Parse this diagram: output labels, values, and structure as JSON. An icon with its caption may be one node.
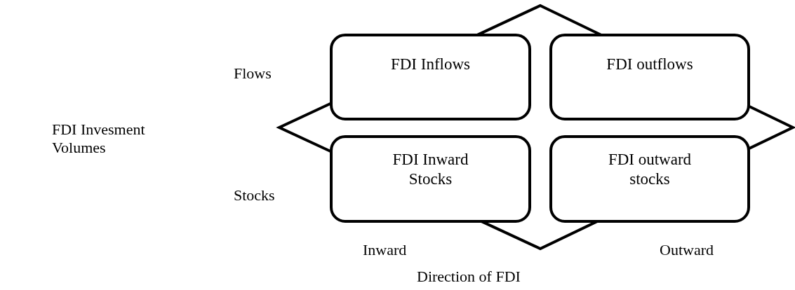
{
  "diagram": {
    "nodes": [
      {
        "text": [
          "FDI Inflows"
        ]
      },
      {
        "text": [
          "FDI outflows"
        ]
      },
      {
        "text": [
          "FDI Inward Stocks"
        ]
      },
      {
        "text": [
          "FDI outward stocks"
        ]
      }
    ],
    "labels": [
      "Flows",
      "FDI Invesment Volumes",
      "Stocks",
      "Inward",
      "Outward",
      "Direction of FDI"
    ]
  }
}
